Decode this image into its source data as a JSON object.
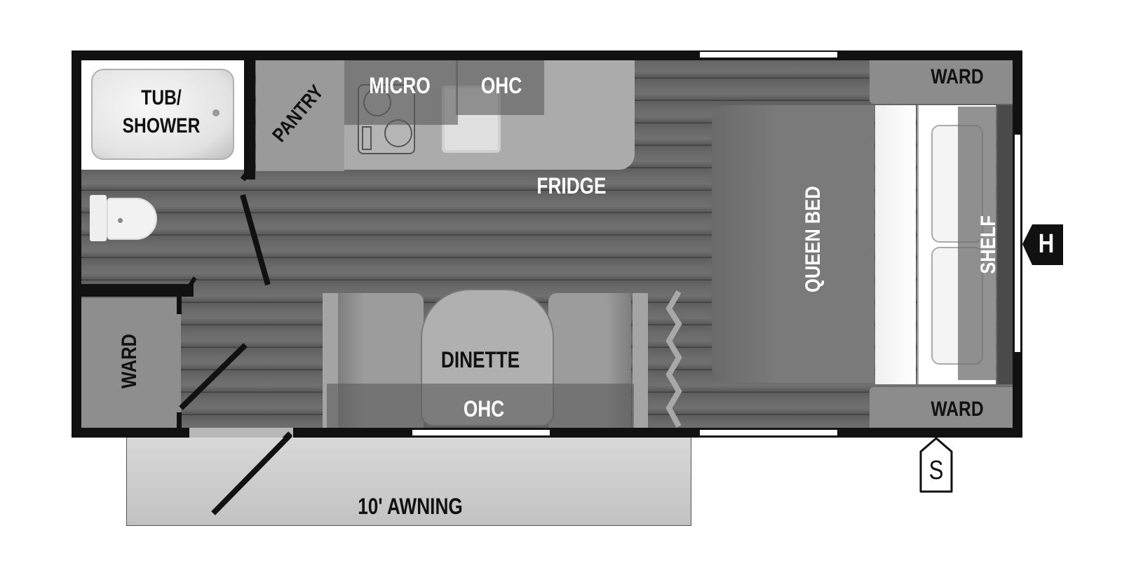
{
  "floorplan": {
    "labels": {
      "tub_shower_line1": "TUB/",
      "tub_shower_line2": "SHOWER",
      "pantry": "PANTRY",
      "micro": "MICRO",
      "ohc_kitchen": "OHC",
      "fridge": "FRIDGE",
      "ward_top": "WARD",
      "queen_bed": "QUEEN BED",
      "shelf": "SHELF",
      "ward_bottom": "WARD",
      "ward_left": "WARD",
      "dinette": "DINETTE",
      "ohc_dinette": "OHC",
      "awning": "10' AWNING"
    },
    "markers": {
      "hitch": "H",
      "slide": "S"
    },
    "colors": {
      "wall": "#111111",
      "floor": "#666666",
      "cabinet": "#8a8a8a",
      "counter": "#ababab",
      "bed": "#767676",
      "awning": "#c8c8c8",
      "window": "#ffffff"
    }
  }
}
